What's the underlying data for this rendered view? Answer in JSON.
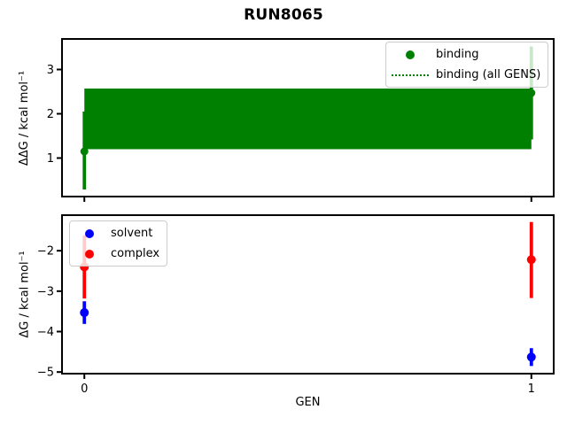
{
  "title": "RUN8065",
  "colors": {
    "binding": "#008000",
    "solvent": "#0000ff",
    "complex": "#ff0000",
    "spine": "#000000",
    "legend_border": "#cccccc"
  },
  "chart_data": [
    {
      "type": "scatter",
      "panel": "binding",
      "ylabel": "ΔΔG / kcal mol⁻¹",
      "xlim": [
        -0.05,
        1.05
      ],
      "ylim": [
        0.13,
        3.69
      ],
      "ytick_values": [
        1,
        2,
        3
      ],
      "ytick_labels": [
        "1",
        "2",
        "3"
      ],
      "xtick_values": [
        0,
        1
      ],
      "xtick_labels": [],
      "grid": false,
      "legend_position": "upper right",
      "band": {
        "name": "binding (all GENS)",
        "x": [
          0,
          1
        ],
        "y_low": 1.2,
        "y_high": 2.57,
        "color": "#008000"
      },
      "series": [
        {
          "name": "binding",
          "color": "#008000",
          "x": [
            0,
            1
          ],
          "y": [
            1.15,
            2.47
          ],
          "err_low": [
            0.29,
            1.42
          ],
          "err_high": [
            2.05,
            3.52
          ]
        }
      ],
      "legend": [
        {
          "label": "binding",
          "sample": "dot",
          "color": "#008000"
        },
        {
          "label": "binding (all GENS)",
          "sample": "dotted-line",
          "color": "#008000"
        }
      ]
    },
    {
      "type": "scatter",
      "panel": "free-energy",
      "ylabel": "ΔG / kcal mol⁻¹",
      "xlabel": "GEN",
      "xlim": [
        -0.05,
        1.05
      ],
      "ylim": [
        -5.04,
        -1.12
      ],
      "ytick_values": [
        -5,
        -4,
        -3,
        -2
      ],
      "ytick_labels": [
        "−5",
        "−4",
        "−3",
        "−2"
      ],
      "xtick_values": [
        0,
        1
      ],
      "xtick_labels": [
        "0",
        "1"
      ],
      "grid": false,
      "legend_position": "upper left",
      "series": [
        {
          "name": "solvent",
          "color": "#0000ff",
          "x": [
            0,
            1
          ],
          "y": [
            -3.53,
            -4.63
          ],
          "err_low": [
            -3.81,
            -4.85
          ],
          "err_high": [
            -3.25,
            -4.41
          ]
        },
        {
          "name": "complex",
          "color": "#ff0000",
          "x": [
            0,
            1
          ],
          "y": [
            -2.4,
            -2.22
          ],
          "err_low": [
            -3.18,
            -3.17
          ],
          "err_high": [
            -1.62,
            -1.29
          ]
        }
      ],
      "legend": [
        {
          "label": "solvent",
          "sample": "dot",
          "color": "#0000ff"
        },
        {
          "label": "complex",
          "sample": "dot",
          "color": "#ff0000"
        }
      ]
    }
  ]
}
